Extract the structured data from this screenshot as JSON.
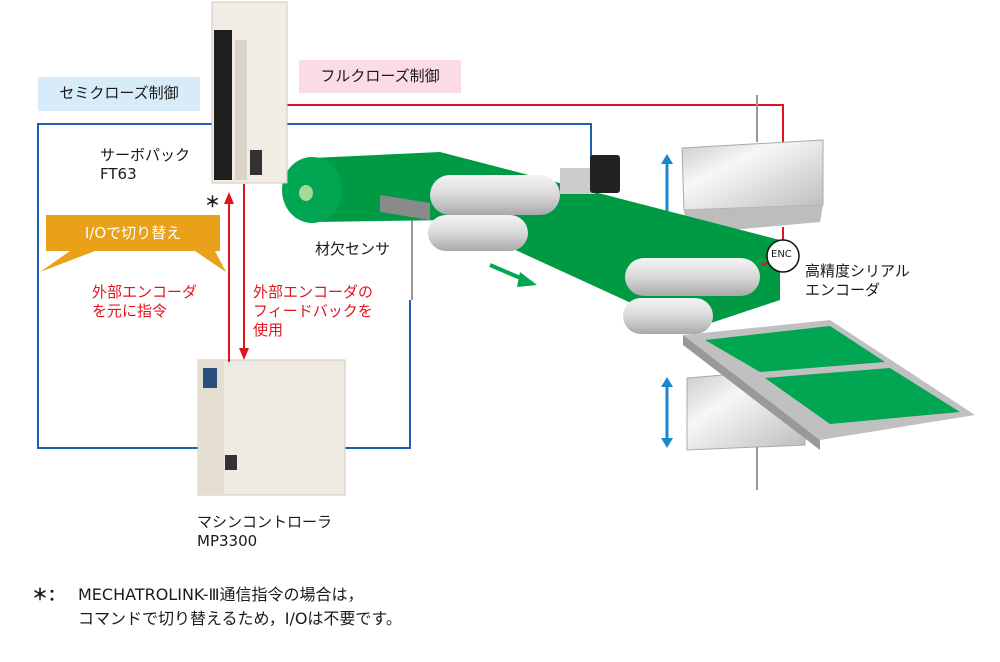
{
  "labels": {
    "semi_closed": "セミクローズ制御",
    "full_closed": "フルクローズ制御",
    "servopack_name": "サーボパック",
    "servopack_model": "FT63",
    "io_switch": "I/Oで切り替え",
    "asterisk": "＊",
    "ext_encoder_command_1": "外部エンコーダ",
    "ext_encoder_command_2": "を元に指令",
    "ext_encoder_feedback_1": "外部エンコーダの",
    "ext_encoder_feedback_2": "フィードバックを",
    "ext_encoder_feedback_3": "使用",
    "sensor": "材欠センサ",
    "enc": "ENC",
    "serial_encoder_1": "高精度シリアル",
    "serial_encoder_2": "エンコーダ",
    "controller_name": "マシンコントローラ",
    "controller_model": "MP3300"
  },
  "footnote": {
    "mark": "＊：",
    "line1": "MECHATROLINK-Ⅲ通信指令の場合は，",
    "line2": "コマンドで切り替えるため，I/Oは不要です。"
  },
  "colors": {
    "semi_bg": "#d7ecf8",
    "full_bg": "#fadbe6",
    "blue_line": "#1f5fb0",
    "red_line": "#e0141e",
    "callout": "#e9a11a",
    "belt_green": "#009a44",
    "arrow_blue": "#1b86d1"
  }
}
